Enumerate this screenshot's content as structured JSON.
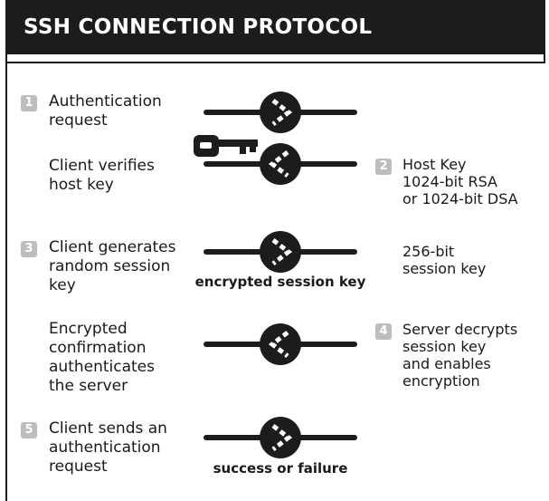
{
  "title": "SSH CONNECTION PROTOCOL",
  "steps": [
    {
      "badge": "1",
      "text": "Authentication\nrequest"
    },
    {
      "badge": "",
      "text": "Client verifies\nhost key"
    },
    {
      "badge": "3",
      "text": "Client generates\nrandom session\nkey"
    },
    {
      "badge": "",
      "text": "Encrypted\nconfirmation\nauthenticates\nthe server"
    },
    {
      "badge": "5",
      "text": "Client sends an\nauthentication\nrequest"
    }
  ],
  "notes": [
    {
      "badge": "2",
      "text": "Host Key\n1024-bit RSA\nor 1024-bit DSA"
    },
    {
      "badge": "",
      "text": "256-bit\nsession key"
    },
    {
      "badge": "4",
      "text": "Server decrypts\nsession key\nand enables\nencryption"
    }
  ],
  "captions": {
    "session_key": "encrypted session key",
    "result": "success or failure"
  },
  "colors": {
    "header_bg": "#1c1c1c",
    "badge_gray": "#bdbdbd"
  },
  "icons": [
    "arrow-right-icon",
    "arrow-left-icon",
    "key-icon"
  ]
}
